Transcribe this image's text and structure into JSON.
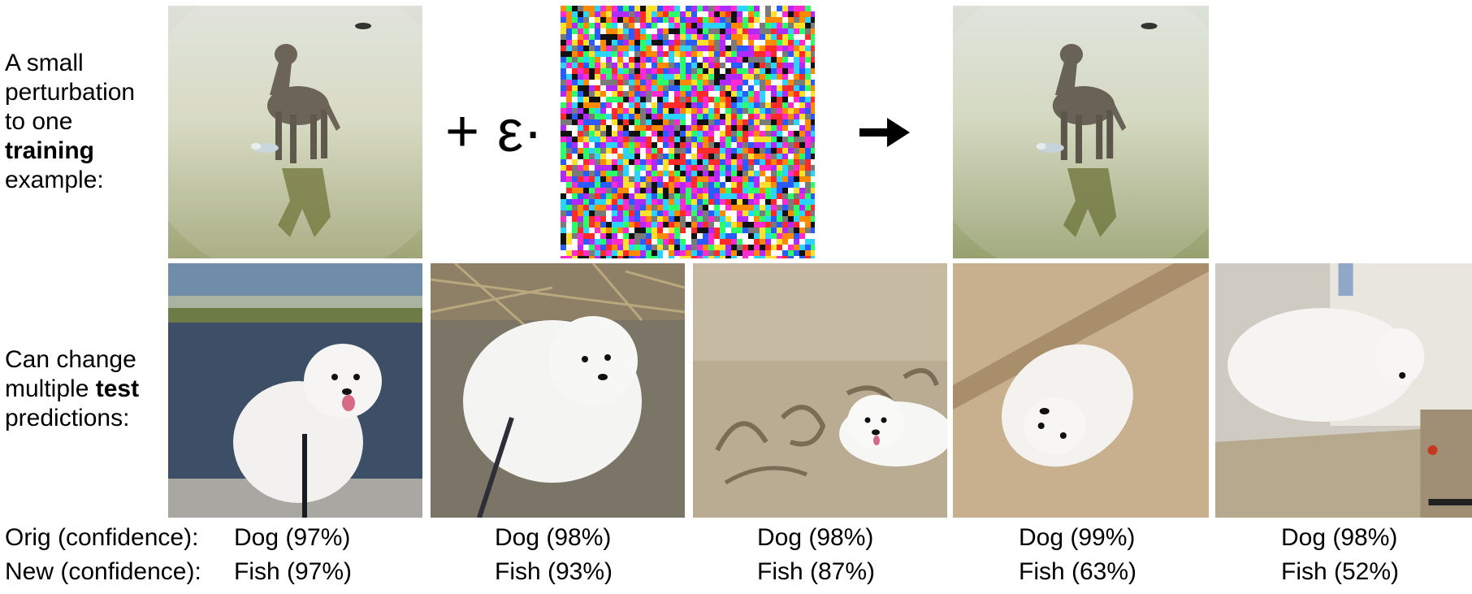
{
  "top_label": {
    "line1": "A small",
    "line2": "perturbation",
    "line3": "to one",
    "line4_bold": "training",
    "line5": "example:"
  },
  "operators": {
    "plus": "+",
    "epsilon": "ε·",
    "arrow": "➔"
  },
  "bottom_label": {
    "line1": "Can change",
    "line2_prefix": "multiple ",
    "line2_bold": "test",
    "line3": "predictions:"
  },
  "rows": {
    "orig_label": "Orig (confidence):",
    "new_label": "New (confidence):"
  },
  "predictions": [
    {
      "orig": "Dog (97%)",
      "new": "Fish (97%)"
    },
    {
      "orig": "Dog (98%)",
      "new": "Fish (93%)"
    },
    {
      "orig": "Dog (98%)",
      "new": "Fish (87%)"
    },
    {
      "orig": "Dog (99%)",
      "new": "Fish (63%)"
    },
    {
      "orig": "Dog (98%)",
      "new": "Fish (52%)"
    }
  ],
  "images": {
    "original": "dog-on-beach-photo",
    "noise": "perturbation-noise",
    "perturbed": "perturbed-dog-photo",
    "tests": [
      "pomeranian-by-water",
      "pomeranian-on-gravel",
      "pomeranian-on-sand",
      "pomeranian-on-carpet",
      "pomeranian-by-stairs"
    ]
  }
}
